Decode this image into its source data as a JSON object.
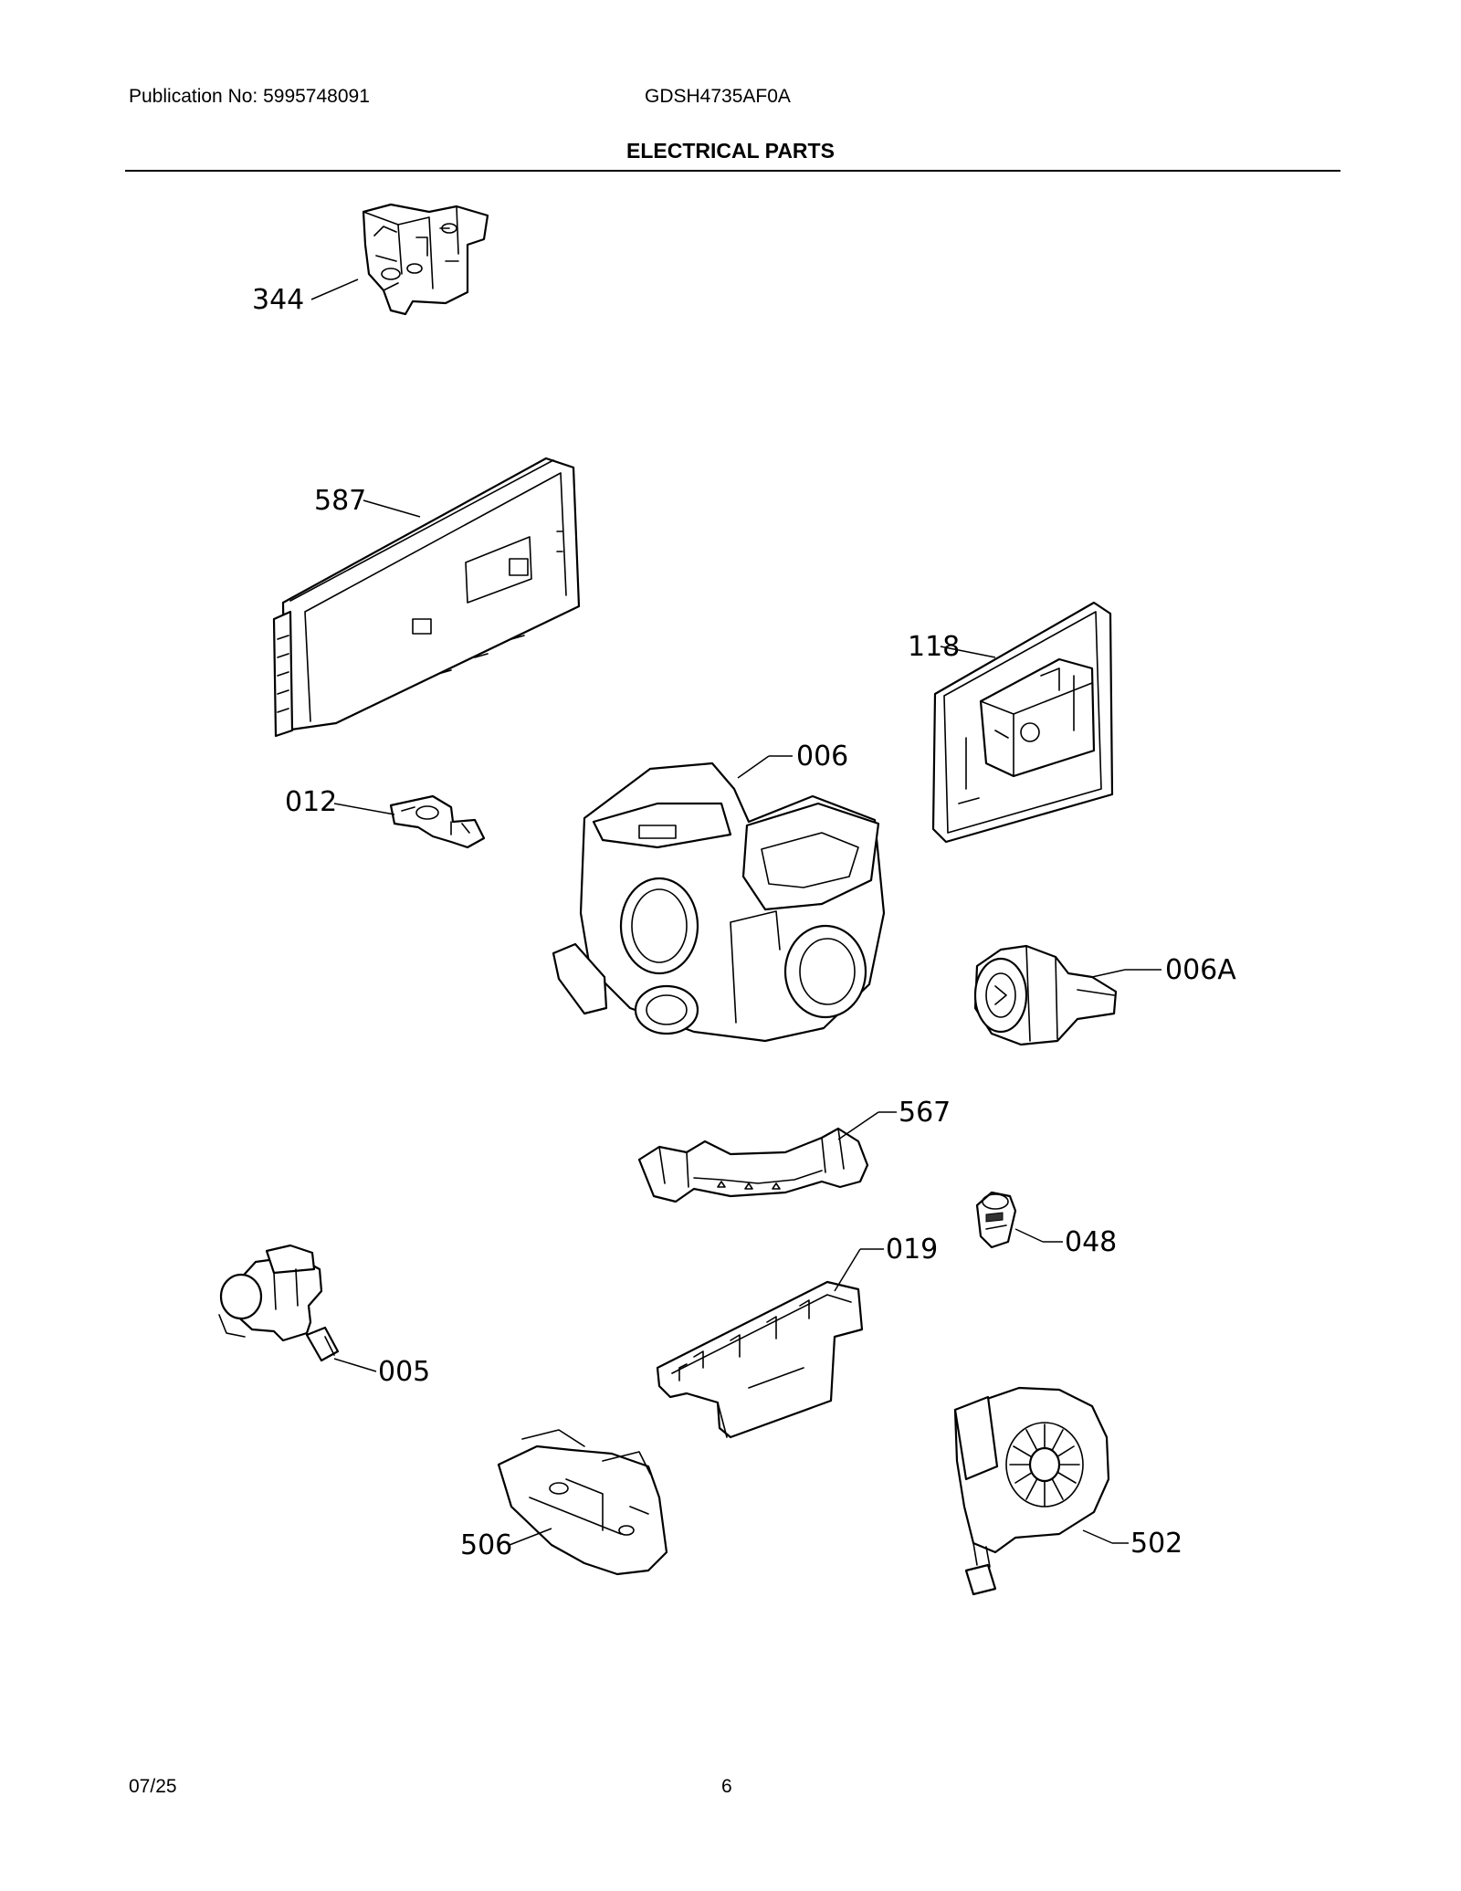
{
  "header": {
    "publication": "Publication No: 5995748091",
    "model": "GDSH4735AF0A",
    "title": "ELECTRICAL PARTS"
  },
  "callouts": {
    "p344": "344",
    "p587": "587",
    "p118": "118",
    "p012": "012",
    "p006": "006",
    "p006A": "006A",
    "p567": "567",
    "p048": "048",
    "p019": "019",
    "p005": "005",
    "p506": "506",
    "p502": "502"
  },
  "footer": {
    "date": "07/25",
    "page": "6"
  }
}
